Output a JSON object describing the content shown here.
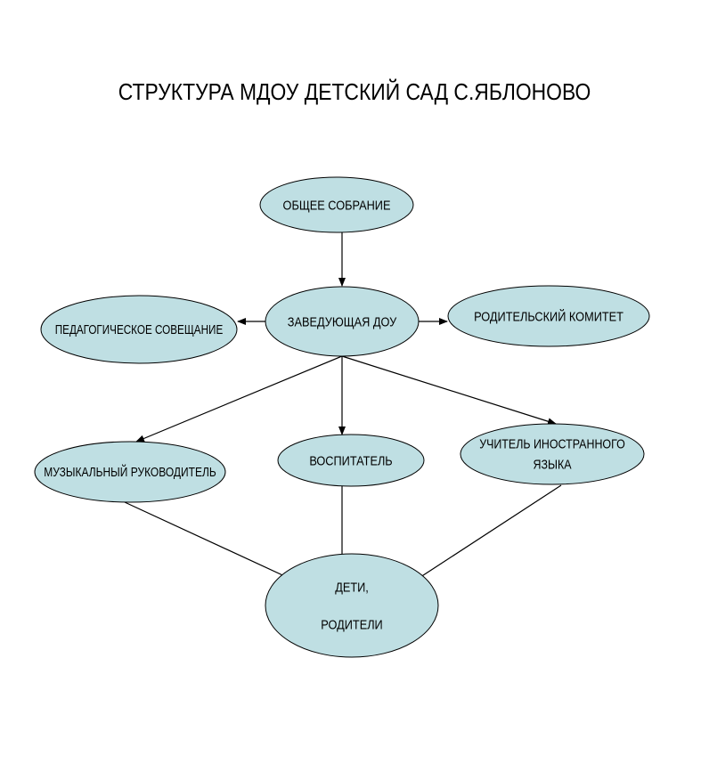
{
  "title": "СТРУКТУРА МДОУ ДЕТСКИЙ САД С.ЯБЛОНОВО",
  "colors": {
    "node_fill": "#bfdfe3",
    "stroke": "#000000",
    "text": "#000000"
  },
  "nodes": {
    "general_meeting": {
      "lines": [
        "ОБЩЕЕ СОБРАНИЕ"
      ]
    },
    "head": {
      "lines": [
        "ЗАВЕДУЮЩАЯ ДОУ"
      ]
    },
    "pedagogical_council": {
      "lines": [
        "ПЕДАГОГИЧЕСКОЕ СОВЕЩАНИЕ"
      ]
    },
    "parents_committee": {
      "lines": [
        "РОДИТЕЛЬСКИЙ КОМИТЕТ"
      ]
    },
    "music_director": {
      "lines": [
        "МУЗЫКАЛЬНЫЙ РУКОВОДИТЕЛЬ"
      ]
    },
    "educator": {
      "lines": [
        "ВОСПИТАТЕЛЬ"
      ]
    },
    "foreign_language_teacher": {
      "lines": [
        "УЧИТЕЛЬ ИНОСТРАННОГО",
        "ЯЗЫКА"
      ]
    },
    "children_parents": {
      "lines": [
        "ДЕТИ,",
        "",
        "РОДИТЕЛИ"
      ]
    }
  },
  "edges": [
    {
      "from": "general_meeting",
      "to": "head"
    },
    {
      "from": "head",
      "to": "pedagogical_council"
    },
    {
      "from": "head",
      "to": "parents_committee"
    },
    {
      "from": "head",
      "to": "music_director"
    },
    {
      "from": "head",
      "to": "educator"
    },
    {
      "from": "head",
      "to": "foreign_language_teacher"
    },
    {
      "from": "music_director",
      "to": "children_parents"
    },
    {
      "from": "educator",
      "to": "children_parents"
    },
    {
      "from": "foreign_language_teacher",
      "to": "children_parents"
    }
  ]
}
